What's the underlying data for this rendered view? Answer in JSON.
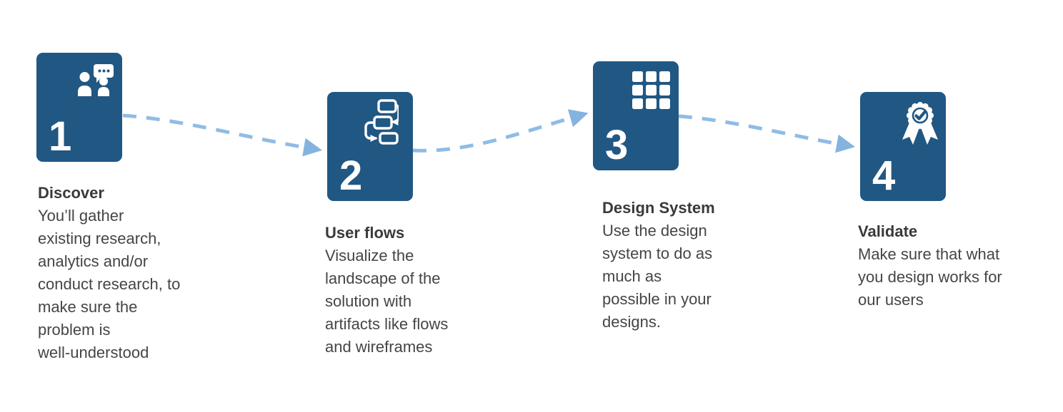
{
  "colors": {
    "card_blue": "#215783",
    "arrow_blue": "#8FBCE5",
    "arrowhead_blue": "#84B3DF",
    "heading_text": "#3a3a3a",
    "body_text": "#454545",
    "background": "#ffffff"
  },
  "diagram": {
    "type": "process-flow",
    "steps": [
      {
        "number": "1",
        "icon": "people-chat-icon",
        "title": "Discover",
        "description": "You’ll gather\nexisting research,\nanalytics and/or\nconduct research, to\nmake sure the\nproblem is\nwell-understood"
      },
      {
        "number": "2",
        "icon": "flowchart-icon",
        "title": "User flows",
        "description": "Visualize the\nlandscape of the\nsolution with\nartifacts like flows\nand wireframes"
      },
      {
        "number": "3",
        "icon": "grid-icon",
        "title": "Design System",
        "description": "Use the design\nsystem to do as\nmuch as\npossible in your\ndesigns."
      },
      {
        "number": "4",
        "icon": "award-ribbon-icon",
        "title": "Validate",
        "description": "Make sure that what\nyou design works for\nour users"
      }
    ]
  }
}
